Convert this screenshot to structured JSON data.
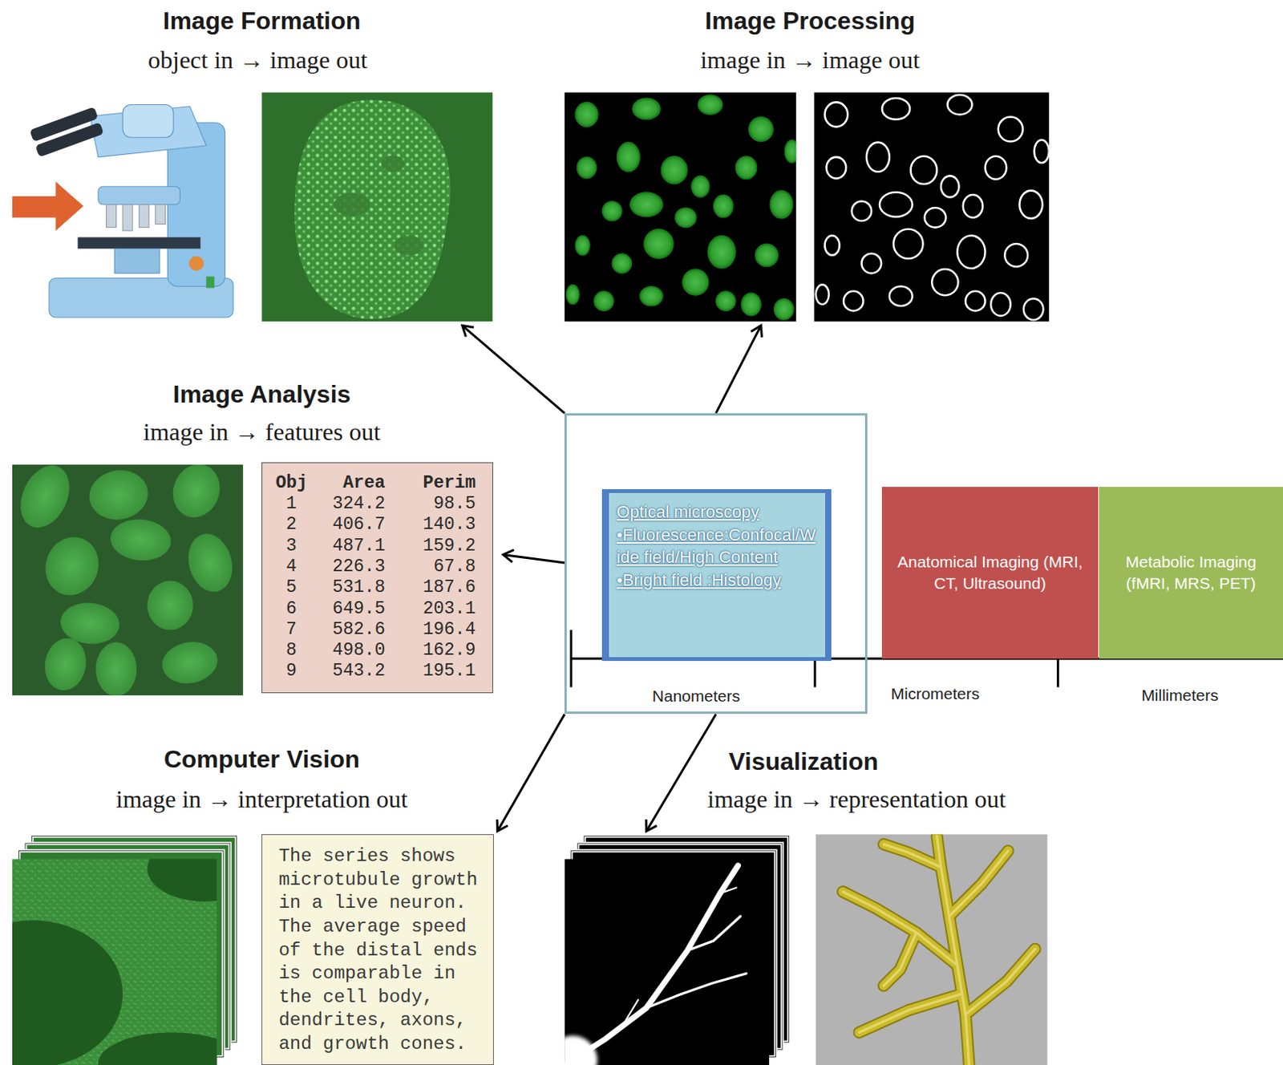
{
  "diagram": {
    "nodes": [
      {
        "text": [
          "Image Formation",
          "object in → image out"
        ]
      },
      {
        "text": [
          "Image Processing",
          "image in → image out"
        ]
      },
      {
        "text": [
          "Image Analysis",
          "image in → features out"
        ]
      },
      {
        "text": [
          "Obj",
          "Area",
          "Perim",
          "1",
          "324.2",
          "98.5",
          "2",
          "406.7",
          "140.3",
          "3",
          "487.1",
          "159.2",
          "4",
          "226.3",
          "67.8",
          "5",
          "531.8",
          "187.6",
          "6",
          "649.5",
          "203.1",
          "7",
          "582.6",
          "196.4",
          "8",
          "498.0",
          "162.9",
          "9",
          "543.2",
          "195.1"
        ],
        "in": 2
      },
      {
        "text": [
          "Nanometers"
        ]
      },
      {
        "text": [
          "Optical microscopy",
          "•Fluorescence:Confocal/Wide field/High Content",
          "•Bright field :Histology"
        ],
        "in": 4
      },
      {
        "text": [
          "Anatomical Imaging (MRI, CT, Ultrasound)"
        ]
      },
      {
        "text": [
          "Metabolic Imaging (fMRI, MRS, PET)"
        ]
      },
      {
        "text": [
          "Computer Vision",
          "image in → interpretation out"
        ]
      },
      {
        "text": [
          "The series shows microtubule growth in a live neuron. The average speed of the distal ends is comparable in the cell body, dendrites, axons, and growth cones."
        ],
        "in": 8
      },
      {
        "text": [
          "Visualization",
          "image in → representation out"
        ]
      }
    ],
    "edges": [
      {
        "from": 4,
        "to": 0,
        "arrow": "to"
      },
      {
        "from": 4,
        "to": 1,
        "arrow": "to"
      },
      {
        "from": 4,
        "to": 2,
        "arrow": "to"
      },
      {
        "from": 4,
        "to": 8,
        "arrow": "to"
      },
      {
        "from": 4,
        "to": 10,
        "arrow": "to"
      }
    ],
    "labels": [
      "Micrometers",
      "Millimeters"
    ]
  }
}
